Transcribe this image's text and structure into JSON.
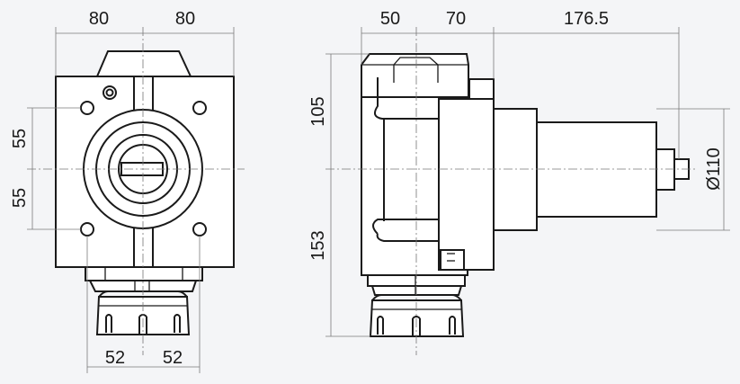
{
  "dimensions": {
    "front_top_left": "80",
    "front_top_right": "80",
    "front_left_upper": "55",
    "front_left_lower": "55",
    "front_bottom_left": "52",
    "front_bottom_right": "52",
    "side_top_a": "50",
    "side_top_b": "70",
    "side_top_c": "176.5",
    "side_left_upper": "105",
    "side_left_lower": "153",
    "side_diameter": "Ø110"
  }
}
